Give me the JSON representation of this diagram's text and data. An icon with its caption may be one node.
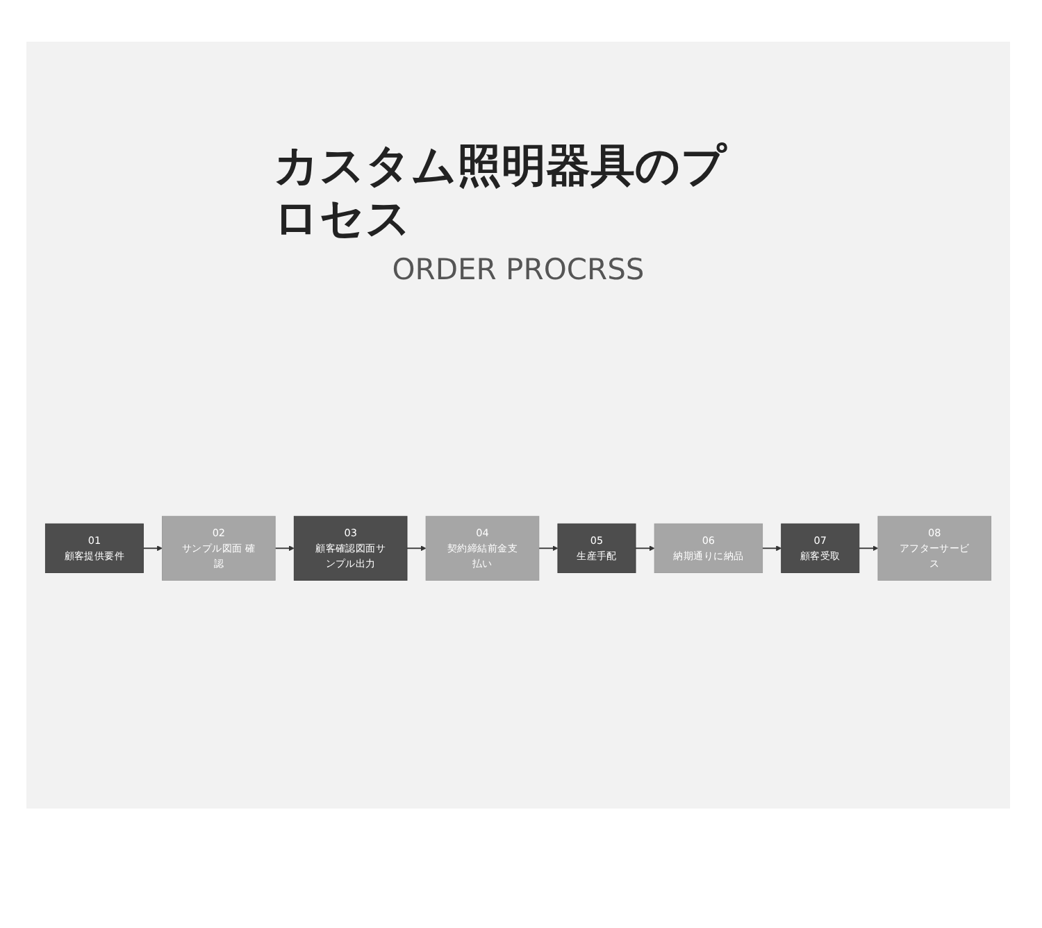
{
  "diagram": {
    "title": "カスタム照明器具のプロセス",
    "nodes": [
      {
        "text": [
          "01",
          "顧客提供要件"
        ]
      },
      {
        "text": [
          "02",
          "サンプル図面 確認"
        ]
      },
      {
        "text": [
          "03",
          "顧客確認図面サンプル出力"
        ]
      },
      {
        "text": [
          "04",
          "契約締結前金支払い"
        ]
      },
      {
        "text": [
          "05",
          "生産手配"
        ]
      },
      {
        "text": [
          "06",
          "納期通りに納品"
        ]
      },
      {
        "text": [
          "07",
          "顧客受取"
        ]
      },
      {
        "text": [
          "08",
          "アフターサービス"
        ]
      }
    ],
    "edges": [
      {
        "from": 0,
        "to": 1,
        "arrow": "to"
      },
      {
        "from": 1,
        "to": 2,
        "arrow": "to"
      },
      {
        "from": 2,
        "to": 3,
        "arrow": "to"
      },
      {
        "from": 3,
        "to": 4,
        "arrow": "to"
      },
      {
        "from": 4,
        "to": 5,
        "arrow": "to"
      },
      {
        "from": 5,
        "to": 6,
        "arrow": "to"
      },
      {
        "from": 6,
        "to": 7,
        "arrow": "to"
      }
    ],
    "labels": [
      "ORDER PROCRSS"
    ]
  }
}
